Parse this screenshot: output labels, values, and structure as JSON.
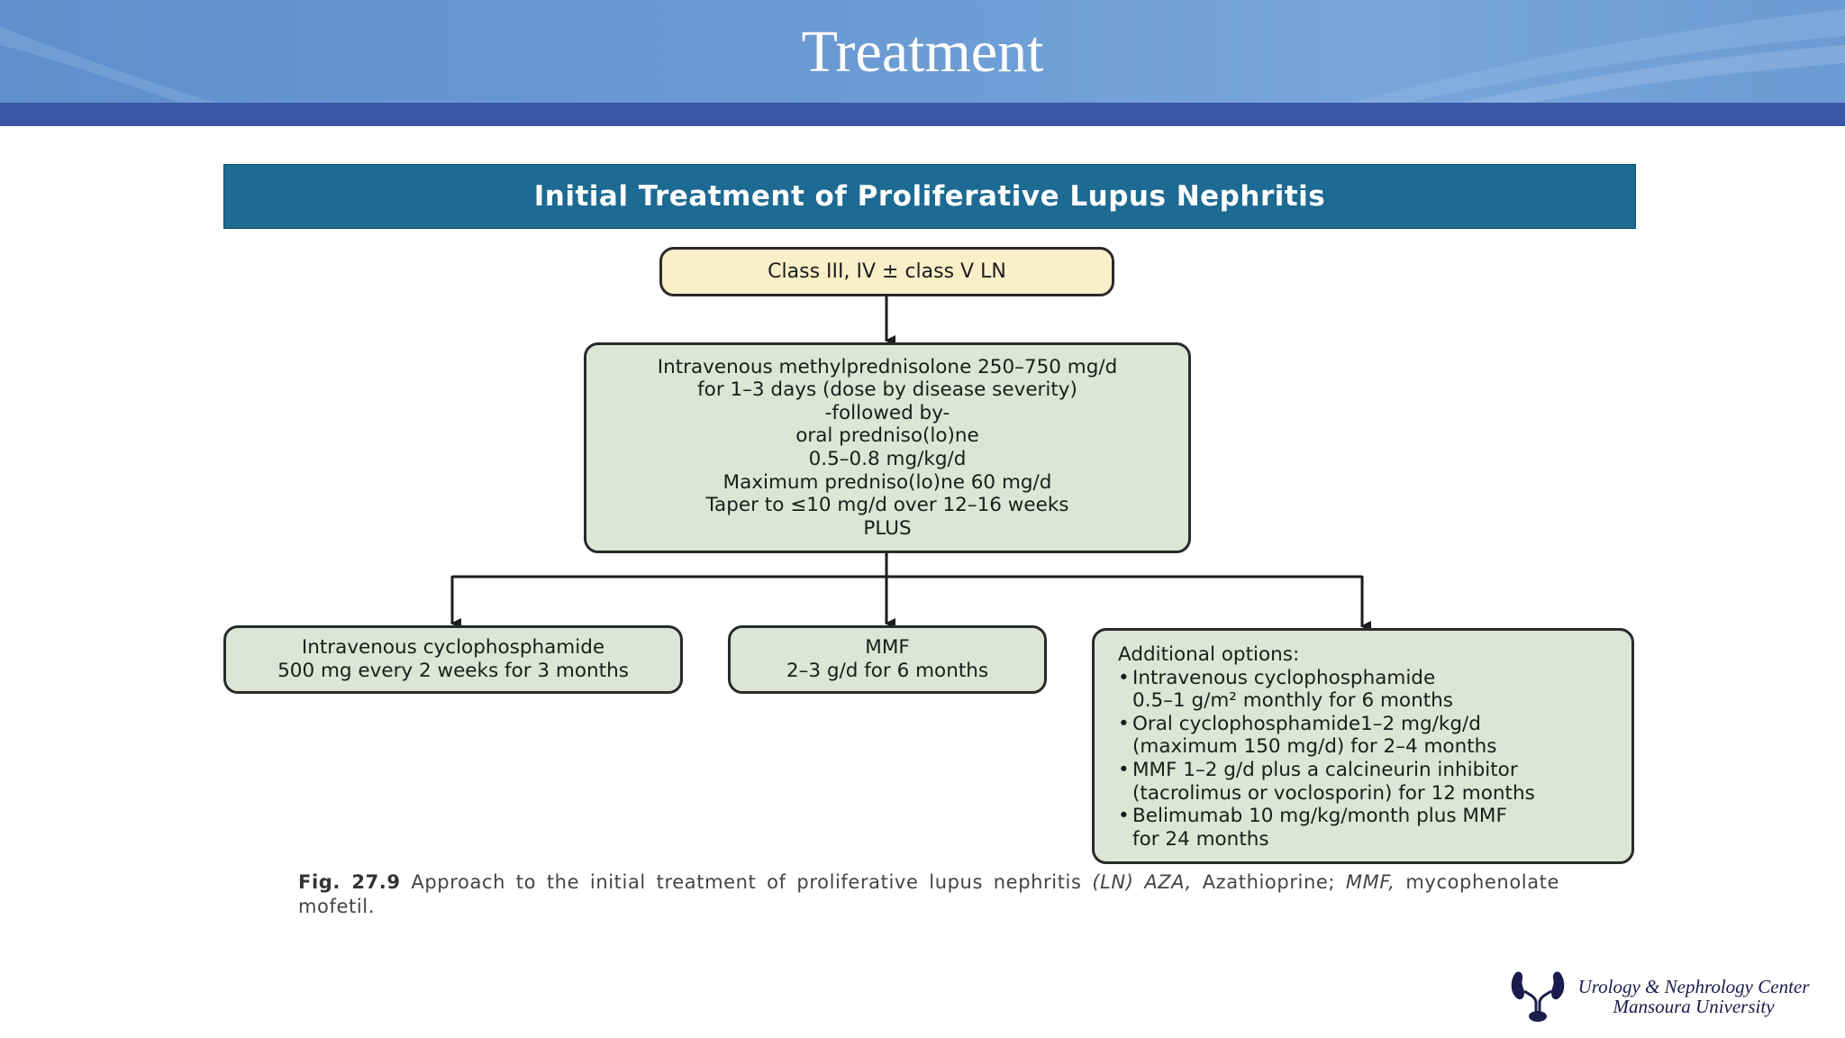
{
  "slide": {
    "title": "Treatment"
  },
  "figure": {
    "banner": "Initial Treatment of Proliferative Lupus Nephritis",
    "start_box": "Class III, IV ± class V LN",
    "main_box_lines": [
      "Intravenous methylprednisolone 250–750 mg/d",
      "for 1–3 days (dose by disease severity)",
      "-followed by-",
      "oral predniso(lo)ne",
      "0.5–0.8 mg/kg/d",
      "Maximum predniso(lo)ne 60 mg/d",
      "Taper to ≤10 mg/d over 12–16 weeks",
      "PLUS"
    ],
    "cyclophosphamide_box": [
      "Intravenous cyclophosphamide",
      "500 mg every 2 weeks for 3 months"
    ],
    "mmf_box": [
      "MMF",
      "2–3 g/d for 6 months"
    ],
    "additional_box": {
      "heading": "Additional options:",
      "options": [
        [
          "Intravenous cyclophosphamide",
          "0.5–1 g/m² monthly for 6 months"
        ],
        [
          "Oral cyclophosphamide1–2 mg/kg/d",
          "(maximum 150 mg/d) for 2–4 months"
        ],
        [
          "MMF 1–2 g/d plus a calcineurin inhibitor",
          "(tacrolimus or voclosporin) for 12 months"
        ],
        [
          "Belimumab 10 mg/kg/month plus MMF",
          "for 24 months"
        ]
      ]
    },
    "caption": {
      "label": "Fig. 27.9",
      "text": " Approach to the initial treatment of proliferative lupus nephritis ",
      "abbr_ln": "(LN) AZA,",
      "azathioprine": " Azathioprine; ",
      "abbr_mmf": "MMF,",
      "mmf_def": " mycophenolate mofetil."
    }
  },
  "footer": {
    "logo_line1": "Urology & Nephrology Center",
    "logo_line2": "Mansoura  University"
  },
  "colors": {
    "header_blue": "#6b9ad3",
    "header_bar": "#3a56a6",
    "banner": "#1d6a93",
    "start_fill": "#fbefc9",
    "box_fill": "#dde5d6"
  }
}
